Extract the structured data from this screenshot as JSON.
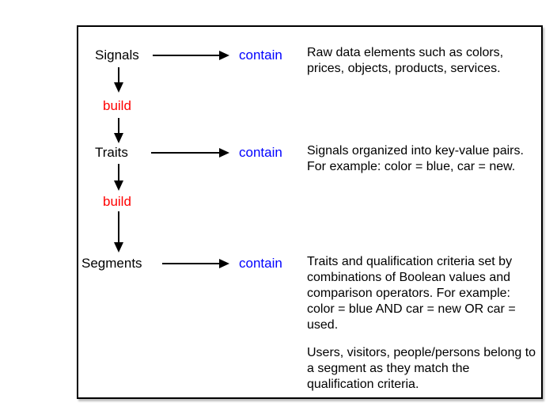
{
  "diagram": {
    "levels": [
      {
        "label": "Signals",
        "relation": "contain",
        "description": "Raw data elements such as colors,\nprices, objects, products, services."
      },
      {
        "label": "Traits",
        "relation": "contain",
        "description": "Signals organized into key-value pairs.\nFor example: color = blue, car = new."
      },
      {
        "label": "Segments",
        "relation": "contain",
        "description": "Traits and qualification criteria set by\ncombinations of Boolean values and\ncomparison operators. For example:\ncolor = blue AND car = new OR car =\nused.",
        "description_extra": "Users, visitors, people/persons belong to\na segment as they match the\nqualification criteria."
      }
    ],
    "build_labels": [
      "build",
      "build"
    ],
    "colors": {
      "relation_blue": "#0000ff",
      "build_red": "#ff0000",
      "text_black": "#000000",
      "border_black": "#000000"
    }
  }
}
